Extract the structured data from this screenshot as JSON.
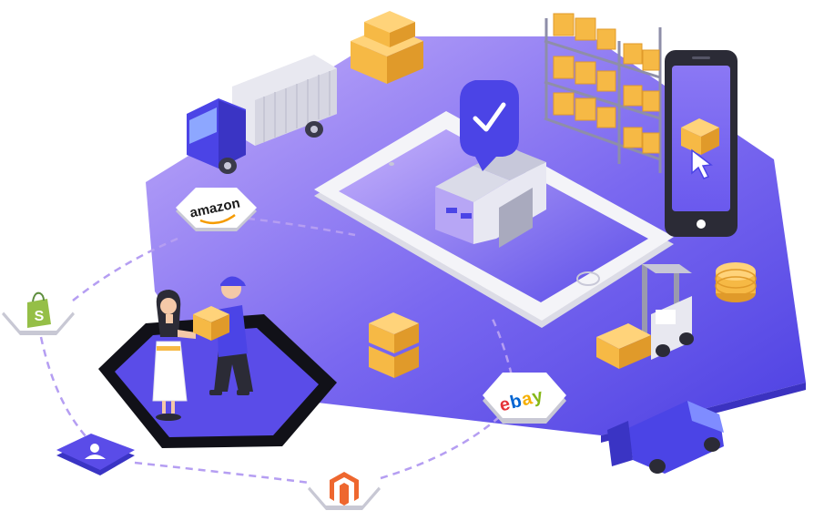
{
  "marketplaces": {
    "amazon": {
      "label": "amazon"
    },
    "ebay": {
      "letters": [
        "e",
        "b",
        "a",
        "y"
      ],
      "colors": [
        "#e53238",
        "#0064d2",
        "#f5af02",
        "#86b817"
      ]
    },
    "shopify": {
      "icon": "shopify-bag-icon",
      "color": "#95bf47"
    },
    "magento": {
      "icon": "magento-logo-icon",
      "color": "#ee672f"
    },
    "user": {
      "icon": "user-icon"
    }
  },
  "colors": {
    "platform_light": "#b9a4f7",
    "platform_dark": "#4a3fe0",
    "accent_blue": "#4b44e6",
    "box_orange": "#f6b945",
    "box_dark": "#e09a2a",
    "tablet_frame": "#f4f4f8",
    "connector": "#b59ef2"
  }
}
